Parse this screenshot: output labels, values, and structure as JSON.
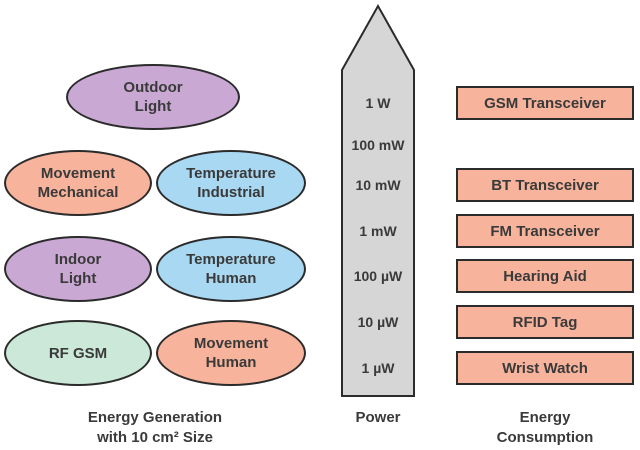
{
  "colors": {
    "purple": "#c9a8d4",
    "orange": "#f7b39b",
    "blue": "#a8d8f2",
    "green": "#cce8d8",
    "salmon": "#f7b39b",
    "power_fill": "#d6d6d6",
    "outline": "#2b2b2b"
  },
  "generation": [
    {
      "label": "Outdoor\nLight",
      "color": "#c9a8d4"
    },
    {
      "label": "Movement\nMechanical",
      "color": "#f7b39b"
    },
    {
      "label": "Temperature\nIndustrial",
      "color": "#a8d8f2"
    },
    {
      "label": "Indoor\nLight",
      "color": "#c9a8d4"
    },
    {
      "label": "Temperature\nHuman",
      "color": "#a8d8f2"
    },
    {
      "label": "RF GSM",
      "color": "#cce8d8"
    },
    {
      "label": "Movement\nHuman",
      "color": "#f7b39b"
    }
  ],
  "power_levels": [
    "1 W",
    "100 mW",
    "10 mW",
    "1 mW",
    "100 µW",
    "10 µW",
    "1 µW"
  ],
  "consumption": [
    "GSM Transceiver",
    "BT Transceiver",
    "FM Transceiver",
    "Hearing Aid",
    "RFID Tag",
    "Wrist Watch"
  ],
  "captions": {
    "generation": "Energy Generation\nwith 10 cm² Size",
    "power": "Power",
    "consumption": "Energy\nConsumption"
  }
}
